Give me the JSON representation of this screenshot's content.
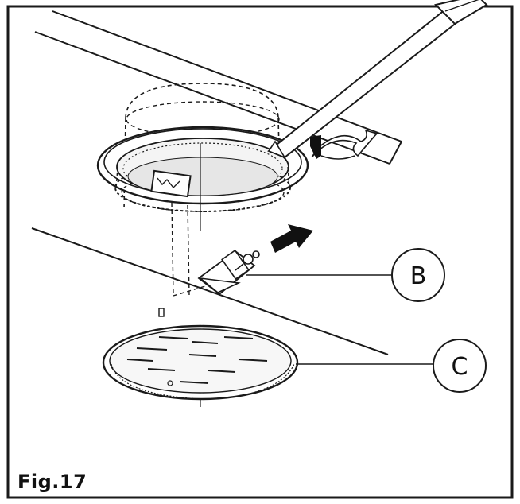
{
  "figure": {
    "label": "Fig.17",
    "callouts": [
      {
        "id": "B",
        "text": "B"
      },
      {
        "id": "C",
        "text": "C"
      }
    ]
  },
  "colors": {
    "stroke": "#1a1a1a",
    "arrow": "#111111",
    "background": "#ffffff"
  },
  "icons": [
    "screwdriver-icon",
    "rotate-arrow-icon",
    "push-arrow-icon"
  ]
}
